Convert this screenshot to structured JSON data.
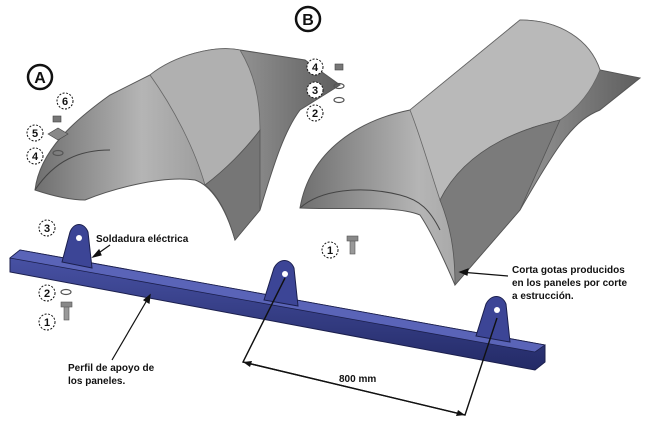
{
  "section_markers": [
    "A",
    "B"
  ],
  "callouts": {
    "weld": "Soldadura eléctrica",
    "drip_line1": "Corta gotas producidos",
    "drip_line2": "en los paneles por corte",
    "drip_line3": "a estrucción.",
    "support_line1": "Perfil de apoyo de",
    "support_line2": "los paneles.",
    "spacing": "800 mm"
  },
  "part_numbers": {
    "a_6": "6",
    "a_5": "5",
    "a_4": "4",
    "a_3": "3",
    "a_2": "2",
    "a_1": "1",
    "b_4": "4",
    "b_3": "3",
    "b_2": "2",
    "b_1": "1"
  },
  "colors": {
    "panel_gray": "#8a8a8a",
    "profile_blue": "#2e3577",
    "line_black": "#111111"
  }
}
